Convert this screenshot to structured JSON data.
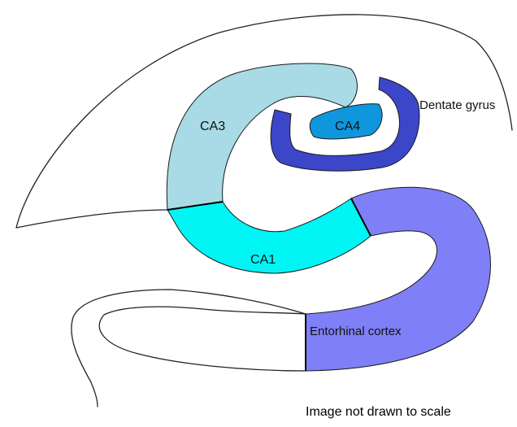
{
  "labels": {
    "ca3": "CA3",
    "ca4": "CA4",
    "ca1": "CA1",
    "dentate_gyrus": "Dentate gyrus",
    "entorhinal_cortex": "Entorhinal cortex"
  },
  "note": "Image not drawn to scale",
  "colors": {
    "ca3": "#a8dbe5",
    "ca4": "#0f97dd",
    "ca1": "#00f5f5",
    "dentate_gyrus": "#3c46c8",
    "entorhinal_cortex": "#7f7ff8",
    "outline": "#222222"
  }
}
